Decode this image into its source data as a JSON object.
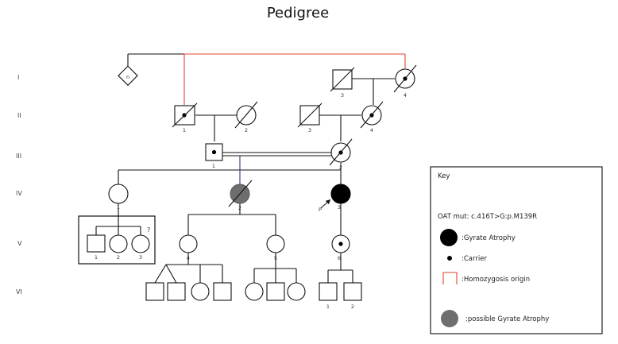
{
  "title": "Pedigree",
  "generations": [
    "I",
    "II",
    "III",
    "IV",
    "V",
    "VI"
  ],
  "individuals": {
    "I_n": "n",
    "I_3": "3",
    "I_4": "4",
    "II_1": "1",
    "II_2": "2",
    "II_3": "3",
    "II_4": "4",
    "III_1": "1",
    "III_2": "2",
    "IV_1": "1",
    "IV_2": "2",
    "IV_3": "3",
    "IV_proband": "P",
    "V_1": "1",
    "V_2": "2",
    "V_3": "3",
    "V_3_query": "?",
    "V_4": "4",
    "V_5": "5",
    "V_6": "6",
    "VI_1": "1",
    "VI_2": "2"
  },
  "key": {
    "title": "Key",
    "mutation": "OAT mut: c.416T>G:p.M139R",
    "items": [
      {
        "label": ":Gyrate Atrophy",
        "color": "#000000"
      },
      {
        "label": ":Carrier",
        "color": "#000000"
      },
      {
        "label": ":Homozygosis origin",
        "color": "#e0442c"
      },
      {
        "label": ":possible Gyrate Atrophy",
        "color": "#6d6e70"
      }
    ]
  },
  "colors": {
    "affected": "#000000",
    "possible": "#6d6e70",
    "homozygosis_line": "#e0442c",
    "descent_line_blue": "#2f3a7a"
  }
}
